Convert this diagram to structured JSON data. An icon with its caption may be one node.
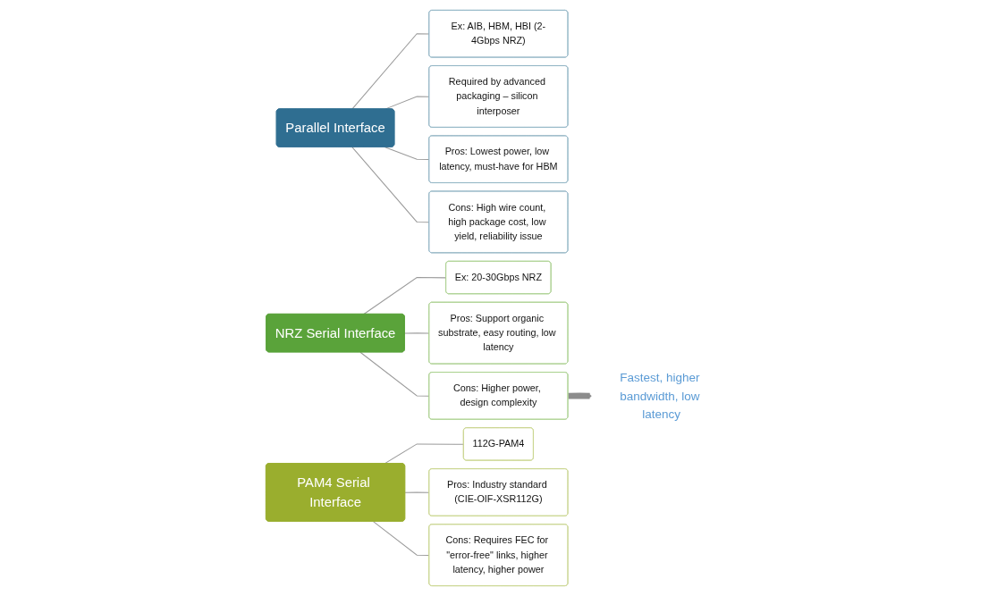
{
  "diagram": {
    "nodes": [
      {
        "text": [
          "Parallel Interface"
        ]
      },
      {
        "text": [
          "Ex: AIB, HBM, HBI (2-4Gbps NRZ)"
        ]
      },
      {
        "text": [
          "Required by advanced packaging – silicon interposer"
        ]
      },
      {
        "text": [
          "Pros: Lowest power, low latency, must-have for HBM"
        ]
      },
      {
        "text": [
          "Cons: High wire count, high package cost, low yield, reliability issue"
        ]
      },
      {
        "text": [
          "NRZ Serial Interface"
        ]
      },
      {
        "text": [
          "Ex: 20-30Gbps NRZ"
        ]
      },
      {
        "text": [
          "Pros: Support organic substrate, easy routing, low latency"
        ]
      },
      {
        "text": [
          "Cons: Higher power, design complexity"
        ]
      },
      {
        "text": [
          "PAM4 Serial Interface"
        ]
      },
      {
        "text": [
          "112G-PAM4"
        ]
      },
      {
        "text": [
          "Pros: Industry standard (CIE-OIF-XSR112G)"
        ]
      },
      {
        "text": [
          "Cons: Requires FEC for \"error-free\" links, higher latency, higher power"
        ]
      },
      {
        "text": [
          "Fastest, higher bandwidth, low latency"
        ]
      }
    ],
    "edges": [
      {
        "from": 0,
        "to": 1,
        "arrow": "none"
      },
      {
        "from": 0,
        "to": 2,
        "arrow": "none"
      },
      {
        "from": 0,
        "to": 3,
        "arrow": "none"
      },
      {
        "from": 0,
        "to": 4,
        "arrow": "none"
      },
      {
        "from": 5,
        "to": 6,
        "arrow": "none"
      },
      {
        "from": 5,
        "to": 7,
        "arrow": "none"
      },
      {
        "from": 5,
        "to": 8,
        "arrow": "none"
      },
      {
        "from": 9,
        "to": 10,
        "arrow": "none"
      },
      {
        "from": 9,
        "to": 11,
        "arrow": "none"
      },
      {
        "from": 9,
        "to": 12,
        "arrow": "none"
      },
      {
        "from": 8,
        "to": 13,
        "arrow": "to",
        "style": "thick",
        "color": "#8c8c8c"
      }
    ]
  }
}
